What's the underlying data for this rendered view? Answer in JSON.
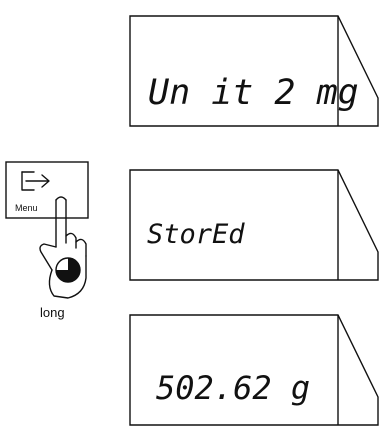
{
  "displays": [
    {
      "text": "Un it 2 mg"
    },
    {
      "text": "StorEd"
    },
    {
      "text": "502.62 g"
    }
  ],
  "menu_key": {
    "label": "Menu",
    "icon": "exit-arrow-icon"
  },
  "press_icon": "finger-press-clock-icon",
  "press_duration_label": "long"
}
